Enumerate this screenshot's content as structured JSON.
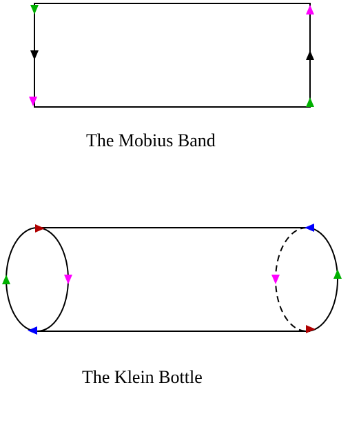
{
  "mobius": {
    "caption": "The Mobius Band"
  },
  "klein": {
    "caption": "The Klein Bottle"
  },
  "colors": {
    "line": "#000000",
    "green": "#00b000",
    "magenta": "#ff00ff",
    "red": "#b00000",
    "blue": "#0000ff",
    "black": "#000000"
  },
  "markers": {
    "mobius": [
      {
        "name": "mobius-top-left-green-arrow",
        "direction": "down",
        "color": "green"
      },
      {
        "name": "mobius-left-edge-black-arrow",
        "direction": "down",
        "color": "black"
      },
      {
        "name": "mobius-bottom-left-magenta-arrow",
        "direction": "down",
        "color": "magenta"
      },
      {
        "name": "mobius-top-right-magenta-arrow",
        "direction": "up",
        "color": "magenta"
      },
      {
        "name": "mobius-right-edge-black-arrow",
        "direction": "up",
        "color": "black"
      },
      {
        "name": "mobius-bottom-right-green-arrow",
        "direction": "up",
        "color": "green"
      }
    ],
    "klein": [
      {
        "name": "klein-left-top-red-arrow",
        "direction": "right",
        "color": "red"
      },
      {
        "name": "klein-left-outer-green-arrow",
        "direction": "up",
        "color": "green"
      },
      {
        "name": "klein-left-inner-magenta-arrow",
        "direction": "down",
        "color": "magenta"
      },
      {
        "name": "klein-left-bottom-blue-arrow",
        "direction": "left",
        "color": "blue"
      },
      {
        "name": "klein-right-top-blue-arrow",
        "direction": "left",
        "color": "blue"
      },
      {
        "name": "klein-right-inner-magenta-arrow",
        "direction": "down",
        "color": "magenta"
      },
      {
        "name": "klein-right-outer-green-arrow",
        "direction": "up",
        "color": "green"
      },
      {
        "name": "klein-right-bottom-red-arrow",
        "direction": "right",
        "color": "red"
      }
    ]
  }
}
